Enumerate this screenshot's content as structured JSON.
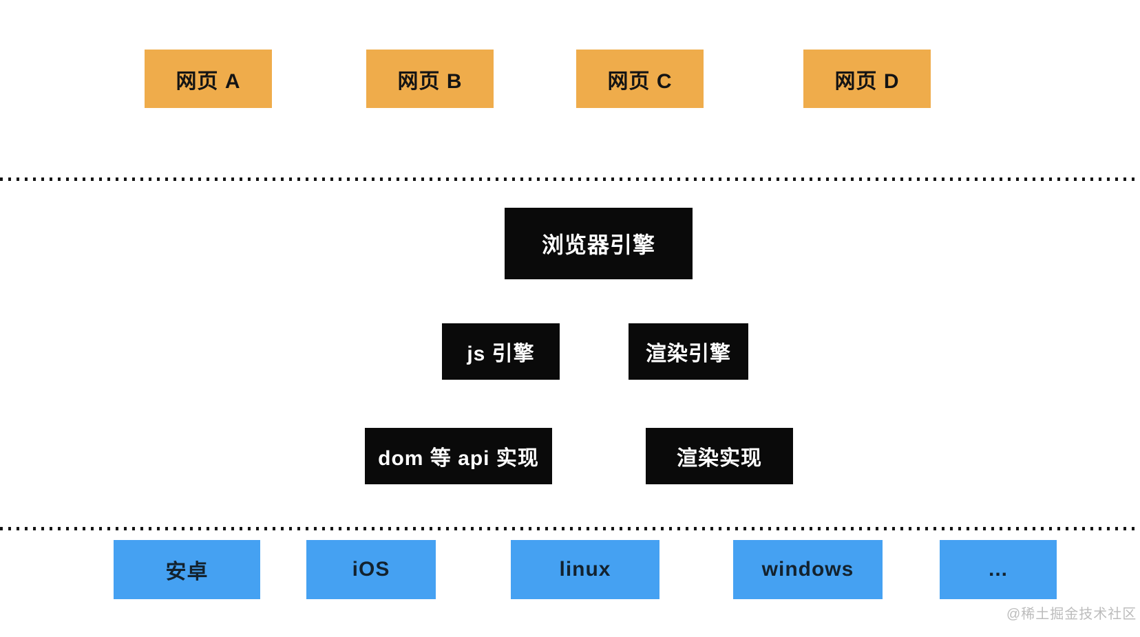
{
  "colors": {
    "webpage_box": "#efac4b",
    "engine_box": "#0a0a0a",
    "platform_box": "#45a1f2",
    "dotted_line": "#141414",
    "engine_text": "#ffffff",
    "box_text": "#141414",
    "watermark": "#bcbcbc",
    "background": "#ffffff"
  },
  "diagram": {
    "webpages": [
      {
        "label": "网页 A"
      },
      {
        "label": "网页 B"
      },
      {
        "label": "网页 C"
      },
      {
        "label": "网页 D"
      }
    ],
    "browser_engine": {
      "label": "浏览器引擎"
    },
    "engines": [
      {
        "label": "js 引擎"
      },
      {
        "label": "渲染引擎"
      }
    ],
    "implementations": [
      {
        "label": "dom 等 api 实现"
      },
      {
        "label": "渲染实现"
      }
    ],
    "platforms": [
      {
        "label": "安卓"
      },
      {
        "label": "iOS"
      },
      {
        "label": "linux"
      },
      {
        "label": "windows"
      },
      {
        "label": "..."
      }
    ]
  },
  "watermark": {
    "text": "@稀土掘金技术社区"
  }
}
